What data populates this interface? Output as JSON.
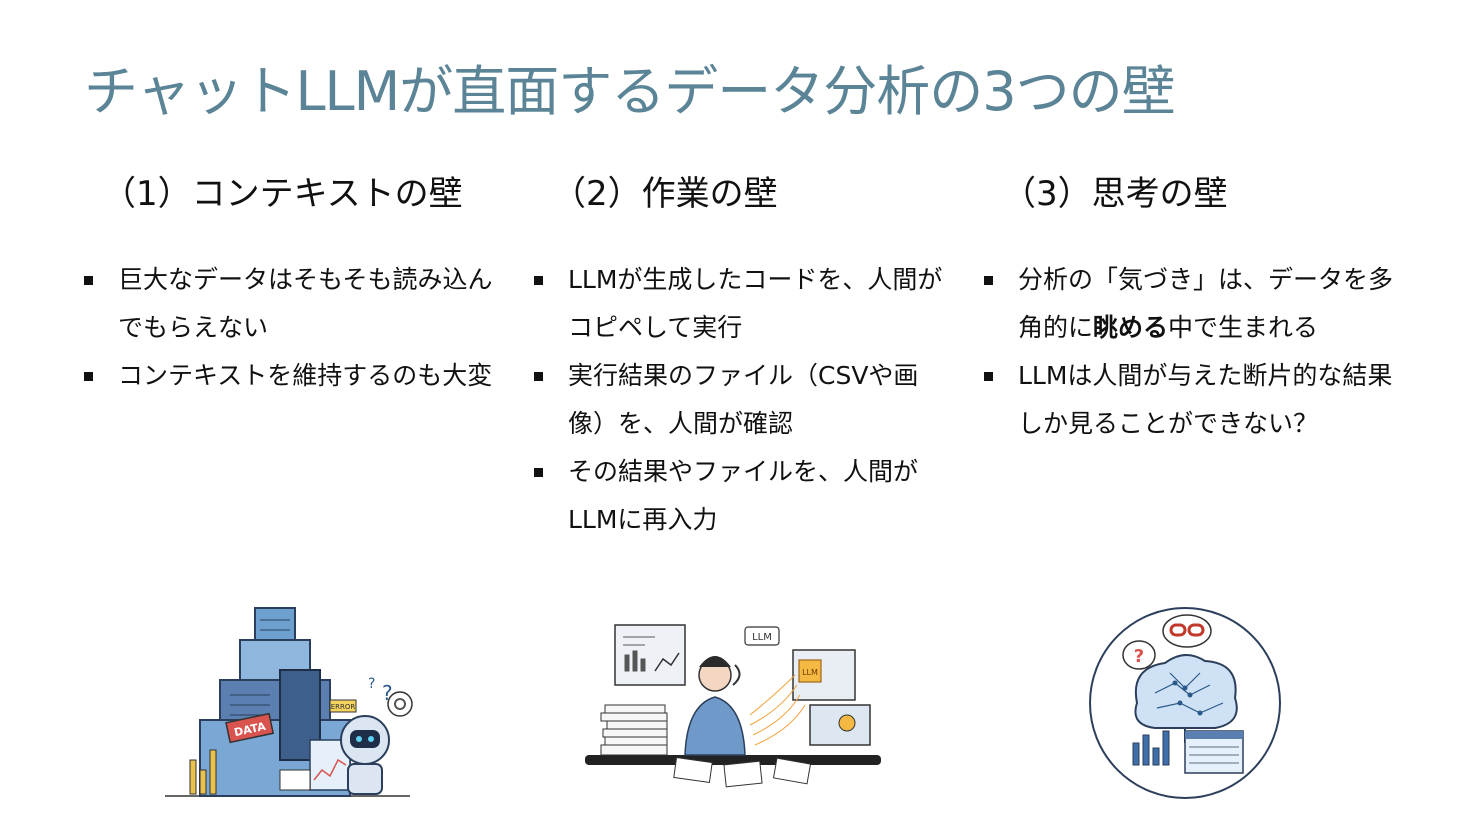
{
  "title": "チャットLLMが直面するデータ分析の3つの壁",
  "columns": [
    {
      "heading": "（1）コンテキストの壁",
      "bullets": [
        {
          "text": "巨大なデータはそもそも読み込んでもらえない"
        },
        {
          "text": "コンテキストを維持するのも大変"
        }
      ]
    },
    {
      "heading": "（2）作業の壁",
      "bullets": [
        {
          "text": "LLMが生成したコードを、人間がコピペして実行"
        },
        {
          "text": "実行結果のファイル（CSVや画像）を、人間が確認"
        },
        {
          "text": "その結果やファイルを、人間がLLMに再入力"
        }
      ]
    },
    {
      "heading": "（3）思考の壁",
      "bullets": [
        {
          "pre": "分析の「気づき」は、データを多角的に",
          "bold": "眺める",
          "post": "中で生まれる"
        },
        {
          "text": "LLMは人間が与えた断片的な結果しか見ることができない？"
        }
      ]
    }
  ],
  "illustrations": {
    "data_badge": "DATA",
    "error_badge": "ERROR",
    "llm_bubble": "LLM",
    "llm_screen": "LLM",
    "question_mark": "?"
  },
  "colors": {
    "title": "#5b8496",
    "accent": "#4a7ab0",
    "text": "#111111"
  }
}
